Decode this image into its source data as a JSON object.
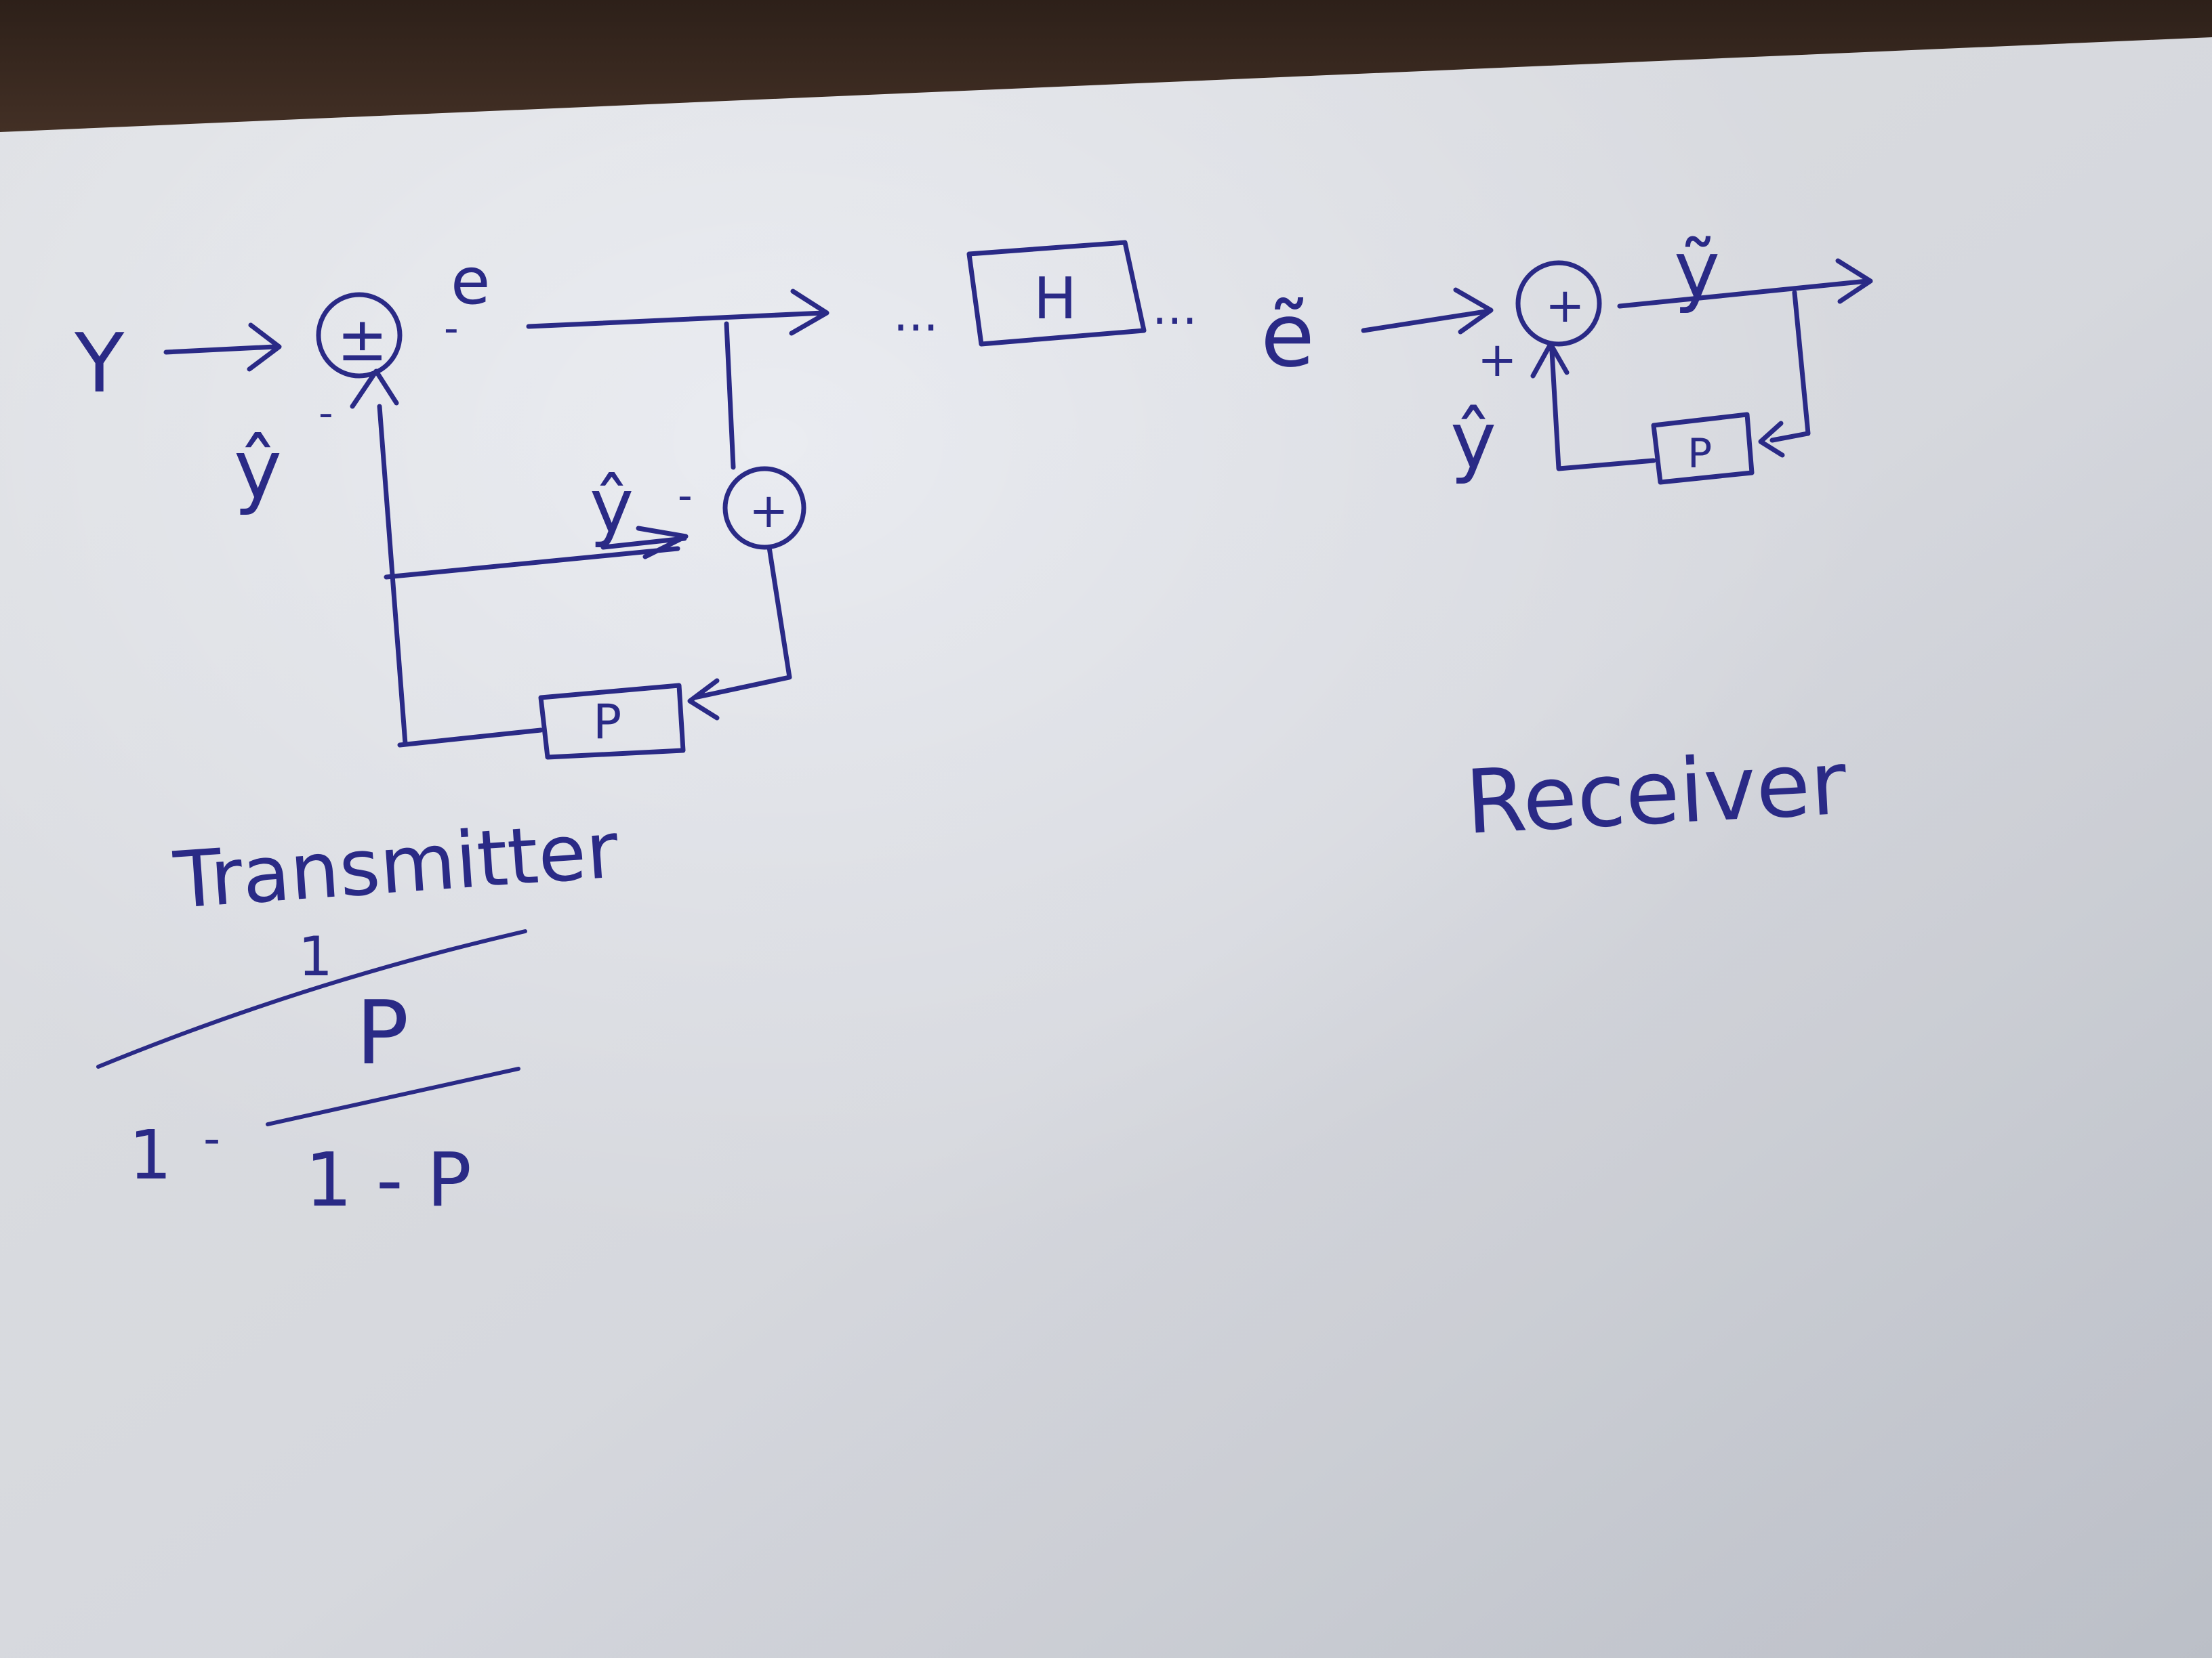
{
  "colors": {
    "ink": "#2a2a86",
    "paper": "#e9ebef",
    "paper_shadow": "#cfd3da",
    "desk": "#3a2a22"
  },
  "transmitter": {
    "input_label": "Y",
    "summer1_sign": "±",
    "summer1_minus": "-",
    "output_label": "e",
    "output_minus": "-",
    "feedback_label": "ŷ",
    "feedback_minus": "-",
    "summer2_sign": "+",
    "summer2_input_label": "ŷ",
    "summer2_minus": "-",
    "predictor_label": "P",
    "caption": "Transmitter"
  },
  "channel": {
    "dots_before": "...",
    "block_label": "H",
    "dots_after": "..."
  },
  "receiver": {
    "input_label": "ẽ",
    "summer_sign": "+",
    "plus_label": "+",
    "output_label": "ỹ",
    "feedback_label": "ŷ",
    "predictor_label": "P",
    "caption": "Receiver"
  },
  "equation": {
    "top_num": "1",
    "top_den": "P",
    "one": "1",
    "minus": "-",
    "bot_den": "1 - P"
  }
}
